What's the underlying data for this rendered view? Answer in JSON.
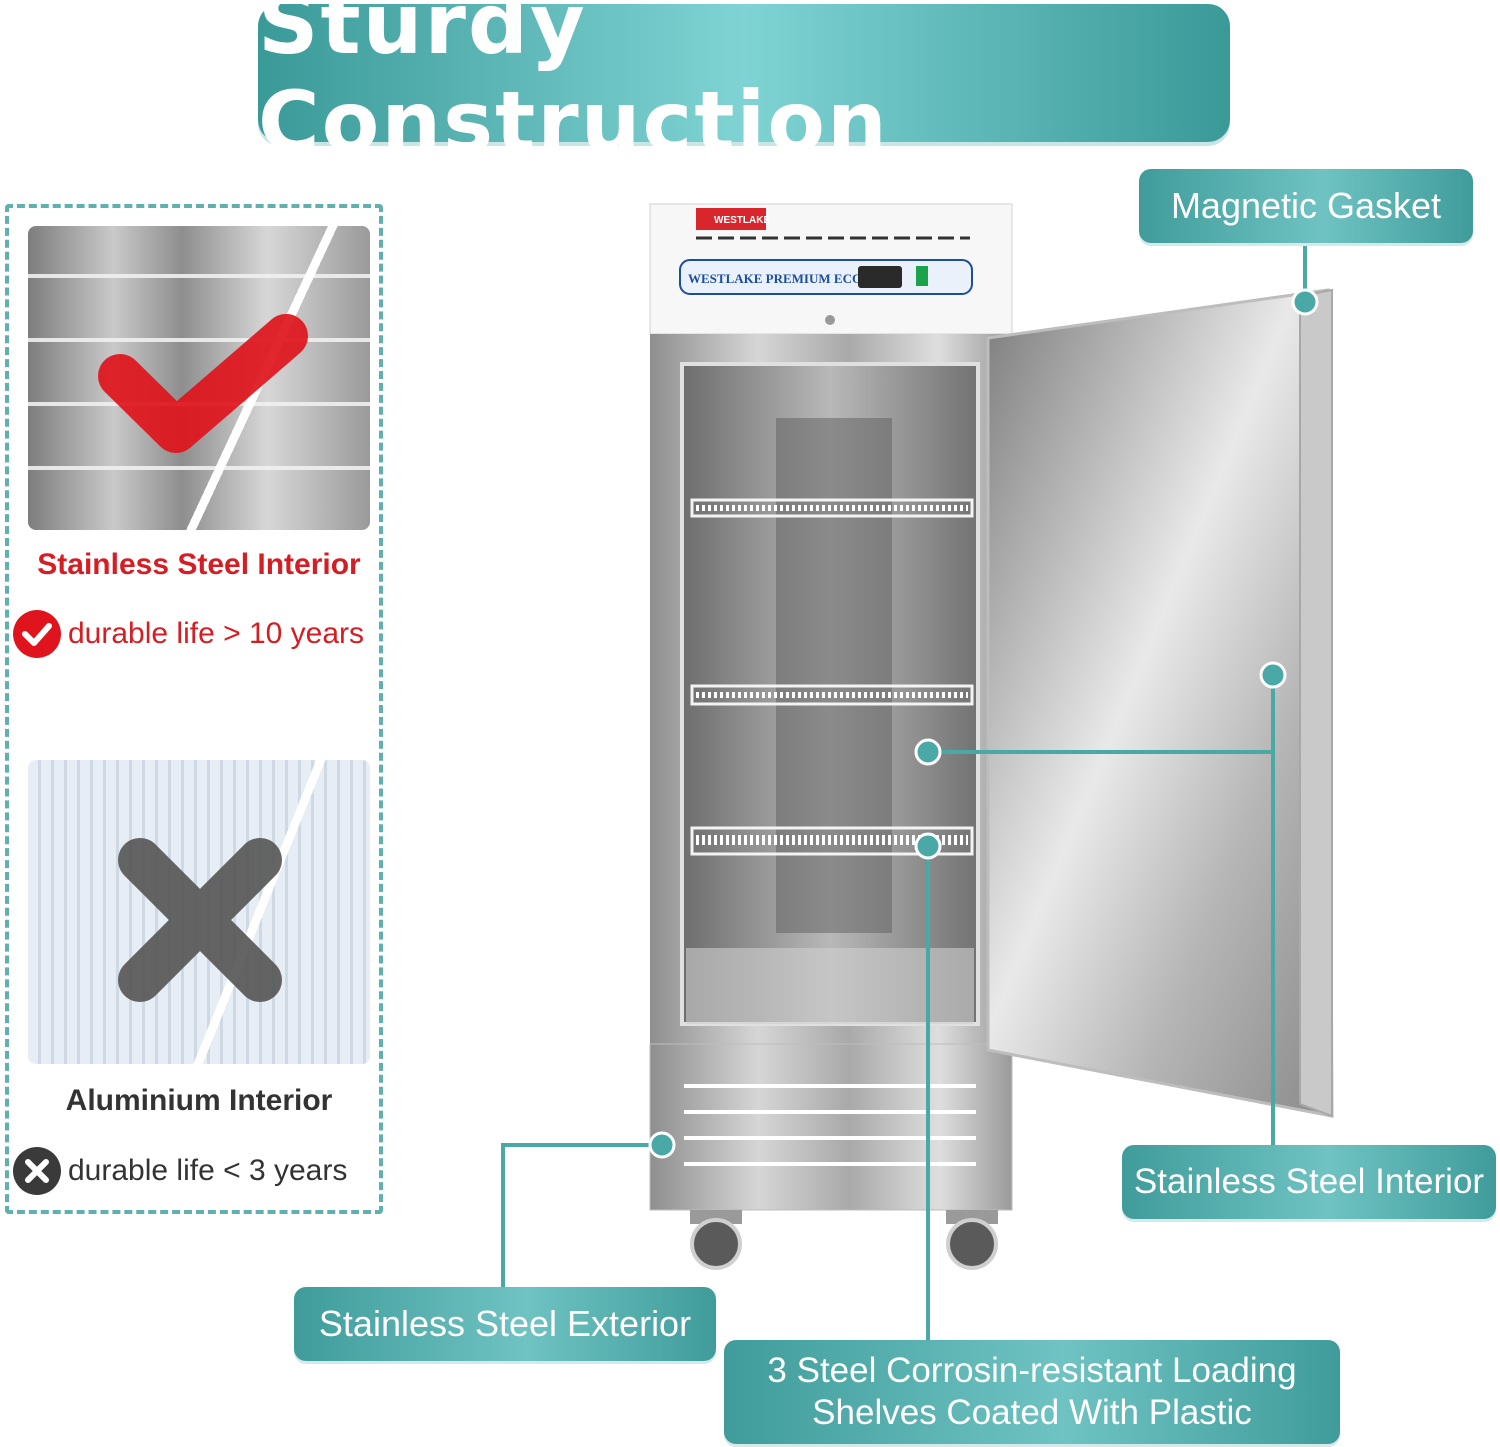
{
  "header": {
    "title": "Sturdy Construction"
  },
  "comparison": {
    "good": {
      "heading": "Stainless Steel Interior",
      "life": "durable life > 10 years",
      "mark_icon": "check-icon",
      "color": "#d51d24"
    },
    "bad": {
      "heading": "Aluminium Interior",
      "life": "durable life < 3 years",
      "mark_icon": "cross-icon",
      "color": "#333333"
    }
  },
  "fridge": {
    "brand_badge": "WESTLAKE",
    "panel_label": "WESTLAKE PREMIUM ECO"
  },
  "callouts": {
    "magnetic_gasket": "Magnetic Gasket",
    "stainless_interior": "Stainless Steel Interior",
    "stainless_exterior": "Stainless Steel Exterior",
    "shelves_line1": "3 Steel Corrosin-resistant Loading",
    "shelves_line2": "Shelves Coated With Plastic"
  },
  "colors": {
    "accent": "#4aa8a6",
    "accent_light": "#7fd3d3",
    "good": "#d51d24"
  }
}
